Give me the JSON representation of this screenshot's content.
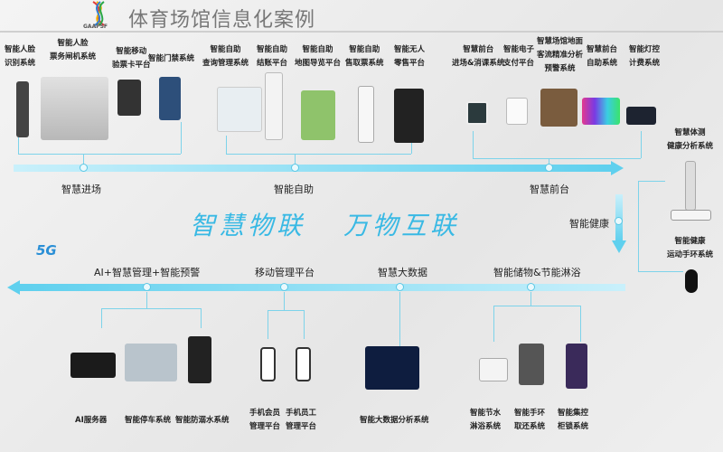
{
  "header": {
    "title": "体育场馆信息化案例",
    "logo_text": "GAAPSF"
  },
  "top_items": [
    {
      "l1": "智能人脸",
      "l2": "识别系统"
    },
    {
      "l1": "智能人脸",
      "l2": "票务闸机系统"
    },
    {
      "l1": "智能移动",
      "l2": "验票卡平台"
    },
    {
      "l1": "智能门禁系统",
      "l2": ""
    },
    {
      "l1": "智能自助",
      "l2": "查询管理系统"
    },
    {
      "l1": "智能自助",
      "l2": "结账平台"
    },
    {
      "l1": "智能自助",
      "l2": "地图导览平台"
    },
    {
      "l1": "智能自助",
      "l2": "售取票系统"
    },
    {
      "l1": "智能无人",
      "l2": "零售平台"
    },
    {
      "l1": "智慧前台",
      "l2": "进场&消课系统"
    },
    {
      "l1": "智能电子",
      "l2": "支付平台"
    },
    {
      "l1": "智慧场馆地面",
      "l2": "客流精准分析",
      "l3": "预警系统"
    },
    {
      "l1": "智慧前台",
      "l2": "自助系统"
    },
    {
      "l1": "智能灯控",
      "l2": "计费系统"
    }
  ],
  "top_categories": [
    "智慧进场",
    "智能自助",
    "智慧前台"
  ],
  "slogan": [
    "智慧物联",
    "万物互联"
  ],
  "health": {
    "category": "智能健康",
    "item1_l1": "智慧体测",
    "item1_l2": "健康分析系统",
    "item2_l1": "智能健康",
    "item2_l2": "运动手环系统"
  },
  "bottom_categories": [
    "AI+智慧管理+智能预警",
    "移动管理平台",
    "智慧大数据",
    "智能储物&节能淋浴"
  ],
  "badge_5g": "5G",
  "bottom_items": [
    {
      "l1": "AI服务器",
      "l2": ""
    },
    {
      "l1": "智能停车系统",
      "l2": ""
    },
    {
      "l1": "智能防溺水系统",
      "l2": ""
    },
    {
      "l1": "手机会员",
      "l2": "管理平台"
    },
    {
      "l1": "手机员工",
      "l2": "管理平台"
    },
    {
      "l1": "智能大数据分析系统",
      "l2": ""
    },
    {
      "l1": "智能节水",
      "l2": "淋浴系统"
    },
    {
      "l1": "智能手环",
      "l2": "取还系统"
    },
    {
      "l1": "智能集控",
      "l2": "柜锁系统"
    }
  ]
}
